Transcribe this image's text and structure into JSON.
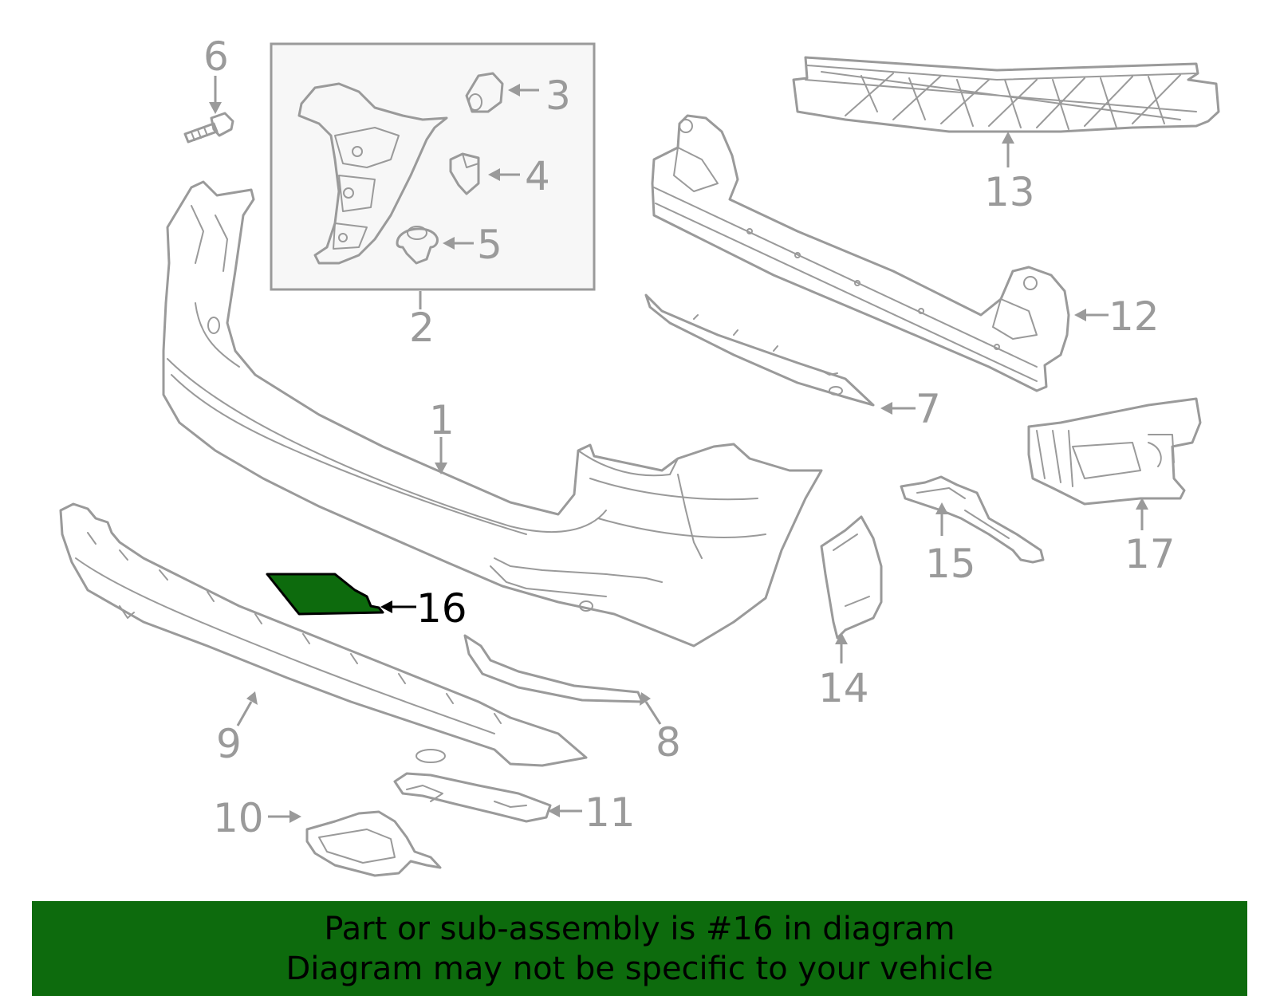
{
  "colors": {
    "line_art": "#9a9a9a",
    "highlight_fill": "#0d6b0d",
    "banner_bg": "#0d6b0d",
    "highlight_text": "#000000"
  },
  "callouts": [
    "1",
    "2",
    "3",
    "4",
    "5",
    "6",
    "7",
    "8",
    "9",
    "10",
    "11",
    "12",
    "13",
    "14",
    "15",
    "16",
    "17"
  ],
  "highlighted_part": "16",
  "banner": {
    "line1": "Part or sub-assembly is #16 in diagram",
    "line2": "Diagram may not be specific to your vehicle"
  }
}
